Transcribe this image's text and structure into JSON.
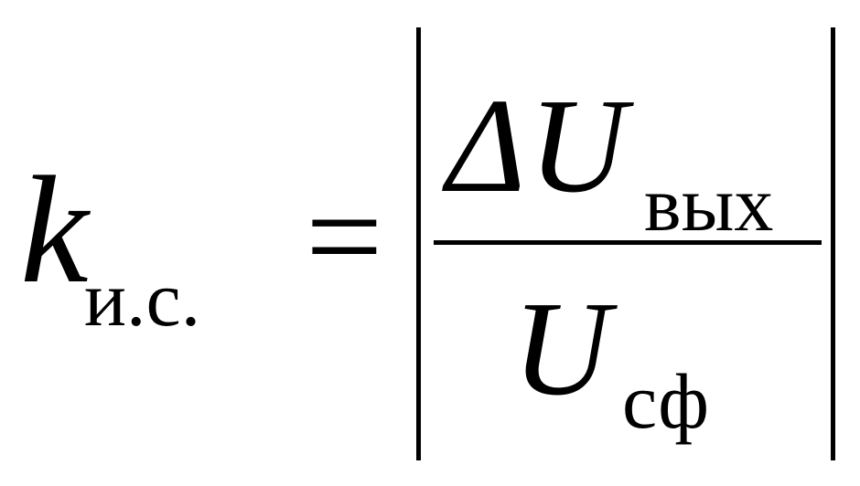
{
  "formula": {
    "lhs": {
      "symbol": "k",
      "subscript": "и.с."
    },
    "operator": "=",
    "fraction": {
      "numerator": {
        "prefix": "Δ",
        "symbol": "U",
        "subscript": "вых"
      },
      "denominator": {
        "symbol": "U",
        "subscript": "сф"
      }
    }
  }
}
